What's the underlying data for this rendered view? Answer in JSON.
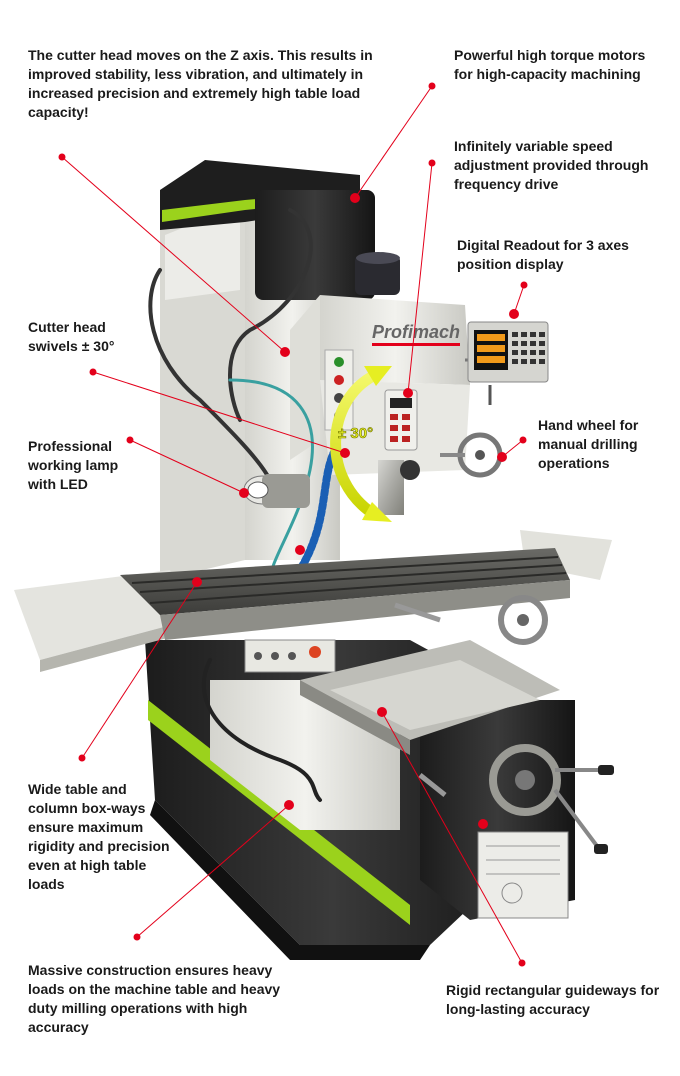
{
  "brand": {
    "name": "Profimach",
    "accent_color": "#9bd21c",
    "pointer_color": "#e3001b"
  },
  "swivel_badge": "± 30°",
  "callouts": {
    "cutter_head_z": "The cutter head moves on the Z axis. This results in\nimproved stability, less vibration, and ultimately in\nincreased precision and extremely high table load\ncapacity!",
    "motors": "Powerful high torque motors\nfor high-capacity machining",
    "speed": "Infinitely variable speed\nadjustment provided through\nfrequency drive",
    "readout": "Digital Readout for 3 axes\nposition display",
    "swivel": "Cutter head\nswivels ± 30°",
    "lamp": "Professional\nworking lamp\nwith LED",
    "handwheel": "Hand wheel for\nmanual drilling\noperations",
    "table": "Wide table and\ncolumn box-ways\nensure maximum\nrigidity and precision\neven at high table\nloads",
    "construction": "Massive construction ensures heavy\nloads on the machine table and heavy\nduty milling operations with high\naccuracy",
    "guideways": "Rigid rectangular guideways for\nlong-lasting accuracy"
  }
}
